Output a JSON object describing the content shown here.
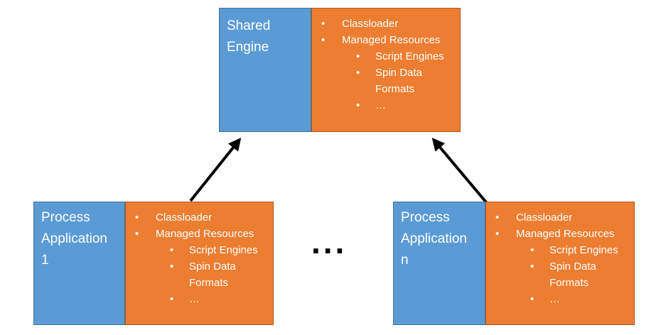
{
  "ui": {
    "bullet_char": "•",
    "colors": {
      "box_blue_fill": "#5B9BD5",
      "box_blue_border": "#41719C",
      "box_orange_fill": "#ED7D31",
      "box_orange_border": "#AE5A21",
      "text": "#FFFFFF",
      "arrow": "#000000",
      "background": "#FFFFFF"
    }
  },
  "shared_engine": {
    "title": "Shared\nEngine",
    "items": [
      {
        "level": 1,
        "text": "Classloader"
      },
      {
        "level": 1,
        "text": "Managed Resources"
      },
      {
        "level": 2,
        "text": "Script Engines"
      },
      {
        "level": 2,
        "text": "Spin Data\nFormats"
      },
      {
        "level": 2,
        "text": "…"
      }
    ]
  },
  "process_application_1": {
    "title": "Process\nApplication\n1",
    "items": [
      {
        "level": 1,
        "text": "Classloader"
      },
      {
        "level": 1,
        "text": "Managed Resources"
      },
      {
        "level": 2,
        "text": "Script Engines"
      },
      {
        "level": 2,
        "text": "Spin Data\nFormats"
      },
      {
        "level": 2,
        "text": "…"
      }
    ]
  },
  "process_application_n": {
    "title": "Process\nApplication\nn",
    "items": [
      {
        "level": 1,
        "text": "Classloader"
      },
      {
        "level": 1,
        "text": "Managed Resources"
      },
      {
        "level": 2,
        "text": "Script Engines"
      },
      {
        "level": 2,
        "text": "Spin Data\nFormats"
      },
      {
        "level": 2,
        "text": "…"
      }
    ]
  },
  "separator": {
    "label": "..."
  }
}
